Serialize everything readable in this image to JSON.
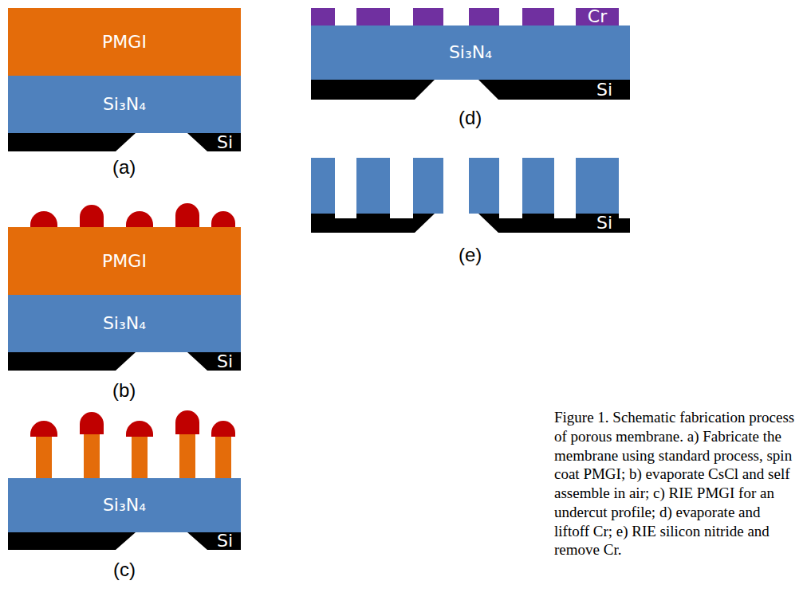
{
  "diagram": {
    "caption": "Figure 1. Schematic fabrication process of porous membrane. a) Fabricate the membrane using standard process, spin coat PMGI; b) evaporate CsCl and self assemble in air; c) RIE PMGI for an undercut profile; d) evaporate and liftoff Cr; e) RIE silicon nitride and remove Cr.",
    "nodes": [
      {
        "text": [
          "PMGI"
        ]
      },
      {
        "text": [
          "Si₃N₄"
        ]
      },
      {
        "text": [
          "Si"
        ]
      },
      {
        "text": [
          "PMGI"
        ]
      },
      {
        "text": [
          "Si₃N₄"
        ]
      },
      {
        "text": [
          "Si"
        ]
      },
      {
        "text": [
          "Si₃N₄"
        ]
      },
      {
        "text": [
          "Si"
        ]
      },
      {
        "text": [
          "Cr"
        ]
      },
      {
        "text": [
          "Si₃N₄"
        ]
      },
      {
        "text": [
          "Si"
        ]
      },
      {
        "text": [
          "Si"
        ]
      }
    ],
    "labels": [
      "(a)",
      "(b)",
      "(c)",
      "(d)",
      "(e)"
    ]
  }
}
